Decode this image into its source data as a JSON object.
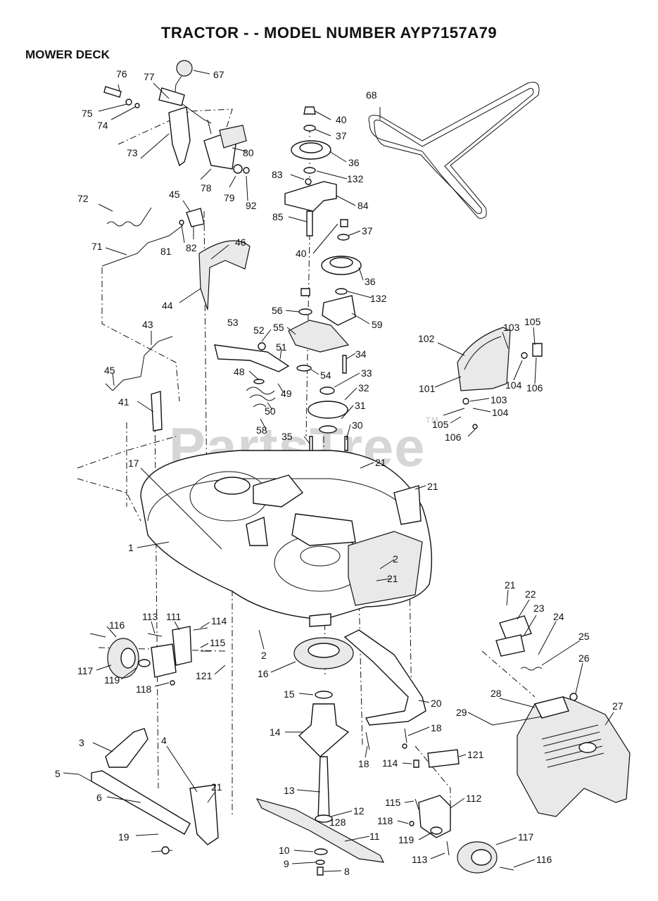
{
  "header": {
    "title": "TRACTOR - - MODEL NUMBER AYP7157A79",
    "section": "MOWER DECK"
  },
  "watermark": {
    "text": "PartsTree",
    "mark": "TM"
  },
  "callouts": [
    {
      "id": "c67",
      "label": "67"
    },
    {
      "id": "c76",
      "label": "76"
    },
    {
      "id": "c77",
      "label": "77"
    },
    {
      "id": "c75",
      "label": "75"
    },
    {
      "id": "c74",
      "label": "74"
    },
    {
      "id": "c73",
      "label": "73"
    },
    {
      "id": "c80",
      "label": "80"
    },
    {
      "id": "c78",
      "label": "78"
    },
    {
      "id": "c79",
      "label": "79"
    },
    {
      "id": "c92",
      "label": "92"
    },
    {
      "id": "c72",
      "label": "72"
    },
    {
      "id": "c45a",
      "label": "45"
    },
    {
      "id": "c81",
      "label": "81"
    },
    {
      "id": "c82",
      "label": "82"
    },
    {
      "id": "c71",
      "label": "71"
    },
    {
      "id": "c46",
      "label": "46"
    },
    {
      "id": "c44",
      "label": "44"
    },
    {
      "id": "c43",
      "label": "43"
    },
    {
      "id": "c45b",
      "label": "45"
    },
    {
      "id": "c41",
      "label": "41"
    },
    {
      "id": "c17",
      "label": "17"
    },
    {
      "id": "c1",
      "label": "1"
    },
    {
      "id": "c40a",
      "label": "40"
    },
    {
      "id": "c37a",
      "label": "37"
    },
    {
      "id": "c36a",
      "label": "36"
    },
    {
      "id": "c83",
      "label": "83"
    },
    {
      "id": "c132a",
      "label": "132"
    },
    {
      "id": "c84",
      "label": "84"
    },
    {
      "id": "c85",
      "label": "85"
    },
    {
      "id": "c37b",
      "label": "37"
    },
    {
      "id": "c40b",
      "label": "40"
    },
    {
      "id": "c36b",
      "label": "36"
    },
    {
      "id": "c132b",
      "label": "132"
    },
    {
      "id": "c56",
      "label": "56"
    },
    {
      "id": "c59",
      "label": "59"
    },
    {
      "id": "c55",
      "label": "55"
    },
    {
      "id": "c53",
      "label": "53"
    },
    {
      "id": "c52",
      "label": "52"
    },
    {
      "id": "c51",
      "label": "51"
    },
    {
      "id": "c34",
      "label": "34"
    },
    {
      "id": "c33",
      "label": "33"
    },
    {
      "id": "c54",
      "label": "54"
    },
    {
      "id": "c48",
      "label": "48"
    },
    {
      "id": "c49",
      "label": "49"
    },
    {
      "id": "c32",
      "label": "32"
    },
    {
      "id": "c31",
      "label": "31"
    },
    {
      "id": "c50",
      "label": "50"
    },
    {
      "id": "c58",
      "label": "58"
    },
    {
      "id": "c35",
      "label": "35"
    },
    {
      "id": "c30",
      "label": "30"
    },
    {
      "id": "c21a",
      "label": "21"
    },
    {
      "id": "c21b",
      "label": "21"
    },
    {
      "id": "c2a",
      "label": "2"
    },
    {
      "id": "c21c",
      "label": "21"
    },
    {
      "id": "c68",
      "label": "68"
    },
    {
      "id": "c102",
      "label": "102"
    },
    {
      "id": "c103a",
      "label": "103"
    },
    {
      "id": "c105a",
      "label": "105"
    },
    {
      "id": "c101",
      "label": "101"
    },
    {
      "id": "c104a",
      "label": "104"
    },
    {
      "id": "c106a",
      "label": "106"
    },
    {
      "id": "c103b",
      "label": "103"
    },
    {
      "id": "c104b",
      "label": "104"
    },
    {
      "id": "c105b",
      "label": "105"
    },
    {
      "id": "c106b",
      "label": "106"
    },
    {
      "id": "c116a",
      "label": "116"
    },
    {
      "id": "c113a",
      "label": "113"
    },
    {
      "id": "c111",
      "label": "111"
    },
    {
      "id": "c114a",
      "label": "114"
    },
    {
      "id": "c115a",
      "label": "115"
    },
    {
      "id": "c117a",
      "label": "117"
    },
    {
      "id": "c119a",
      "label": "119"
    },
    {
      "id": "c121a",
      "label": "121"
    },
    {
      "id": "c118a",
      "label": "118"
    },
    {
      "id": "c2b",
      "label": "2"
    },
    {
      "id": "c16",
      "label": "16"
    },
    {
      "id": "c15",
      "label": "15"
    },
    {
      "id": "c14",
      "label": "14"
    },
    {
      "id": "c20",
      "label": "20"
    },
    {
      "id": "c18a",
      "label": "18"
    },
    {
      "id": "c18b",
      "label": "18"
    },
    {
      "id": "c3",
      "label": "3"
    },
    {
      "id": "c4",
      "label": "4"
    },
    {
      "id": "c5",
      "label": "5"
    },
    {
      "id": "c6",
      "label": "6"
    },
    {
      "id": "c21d",
      "label": "21"
    },
    {
      "id": "c19",
      "label": "19"
    },
    {
      "id": "c13",
      "label": "13"
    },
    {
      "id": "c12",
      "label": "12"
    },
    {
      "id": "c128",
      "label": "128"
    },
    {
      "id": "c11",
      "label": "11"
    },
    {
      "id": "c10",
      "label": "10"
    },
    {
      "id": "c9",
      "label": "9"
    },
    {
      "id": "c8",
      "label": "8"
    },
    {
      "id": "c114b",
      "label": "114"
    },
    {
      "id": "c121b",
      "label": "121"
    },
    {
      "id": "c115b",
      "label": "115"
    },
    {
      "id": "c112",
      "label": "112"
    },
    {
      "id": "c118b",
      "label": "118"
    },
    {
      "id": "c119b",
      "label": "119"
    },
    {
      "id": "c117b",
      "label": "117"
    },
    {
      "id": "c113b",
      "label": "113"
    },
    {
      "id": "c116b",
      "label": "116"
    },
    {
      "id": "c21e",
      "label": "21"
    },
    {
      "id": "c22",
      "label": "22"
    },
    {
      "id": "c23",
      "label": "23"
    },
    {
      "id": "c24",
      "label": "24"
    },
    {
      "id": "c25",
      "label": "25"
    },
    {
      "id": "c26",
      "label": "26"
    },
    {
      "id": "c28",
      "label": "28"
    },
    {
      "id": "c29",
      "label": "29"
    },
    {
      "id": "c27",
      "label": "27"
    }
  ]
}
